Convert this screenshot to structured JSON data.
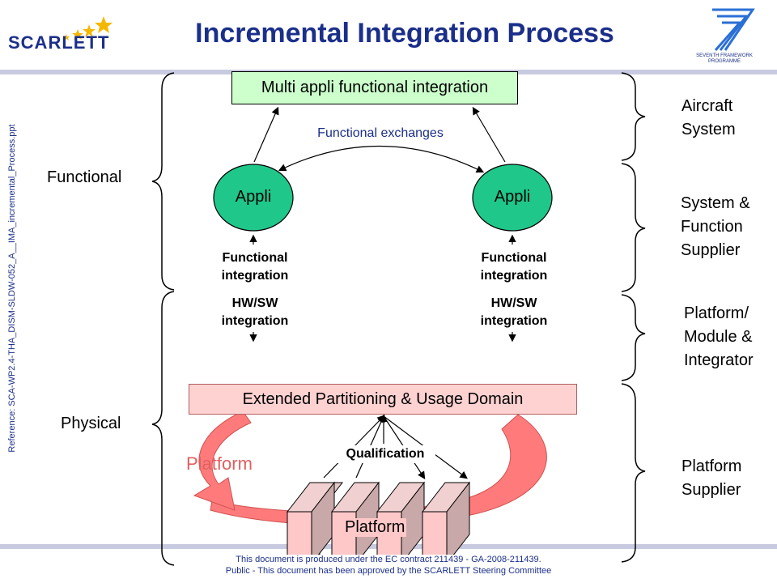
{
  "slide": {
    "title": "Incremental Integration Process",
    "logo": "SCARLETT",
    "fp_logo_line1": "SEVENTH FRAMEWORK",
    "fp_logo_line2": "PROGRAMME",
    "reference": "Reference:  SCA-WP2.4-THA_DISM-SLDW-052_A__IMA_incremental_Process.ppt"
  },
  "diagram": {
    "top_box": "Multi appli functional integration",
    "exchanges_label": "Functional exchanges",
    "appli_left": "Appli",
    "appli_right": "Appli",
    "func_integration_left": "Functional integration",
    "func_integration_right": "Functional integration",
    "hwsw_left": "HW/SW integration",
    "hwsw_right": "HW/SW integration",
    "domain_box": "Extended Partitioning & Usage Domain",
    "qualification": "Qualification",
    "platform_arrow_label": "Platform",
    "platform_modules_label": "Platform"
  },
  "left_labels": {
    "functional": "Functional",
    "physical": "Physical"
  },
  "right_labels": {
    "aircraft": [
      "Aircraft",
      "System"
    ],
    "system_supplier": [
      "System &",
      "Function",
      "Supplier"
    ],
    "platform_integrator": [
      "Platform/",
      "Module &",
      "Integrator"
    ],
    "platform_supplier": [
      "Platform",
      "Supplier"
    ]
  },
  "footer": {
    "line1": "This document is produced under the EC contract 211439 - GA-2008-211439.",
    "line2": "Public -  This document has been approved by the SCARLETT Steering Committee"
  },
  "colors": {
    "title": "#1b2f8a",
    "box_green": "#ccffcc",
    "appli_green": "#1fc78a",
    "domain_pink": "#ffd2d2",
    "arrow_red": "#ff7b7b",
    "module_pink": "#ffc8c8",
    "module_side": "#c8a8a8"
  }
}
